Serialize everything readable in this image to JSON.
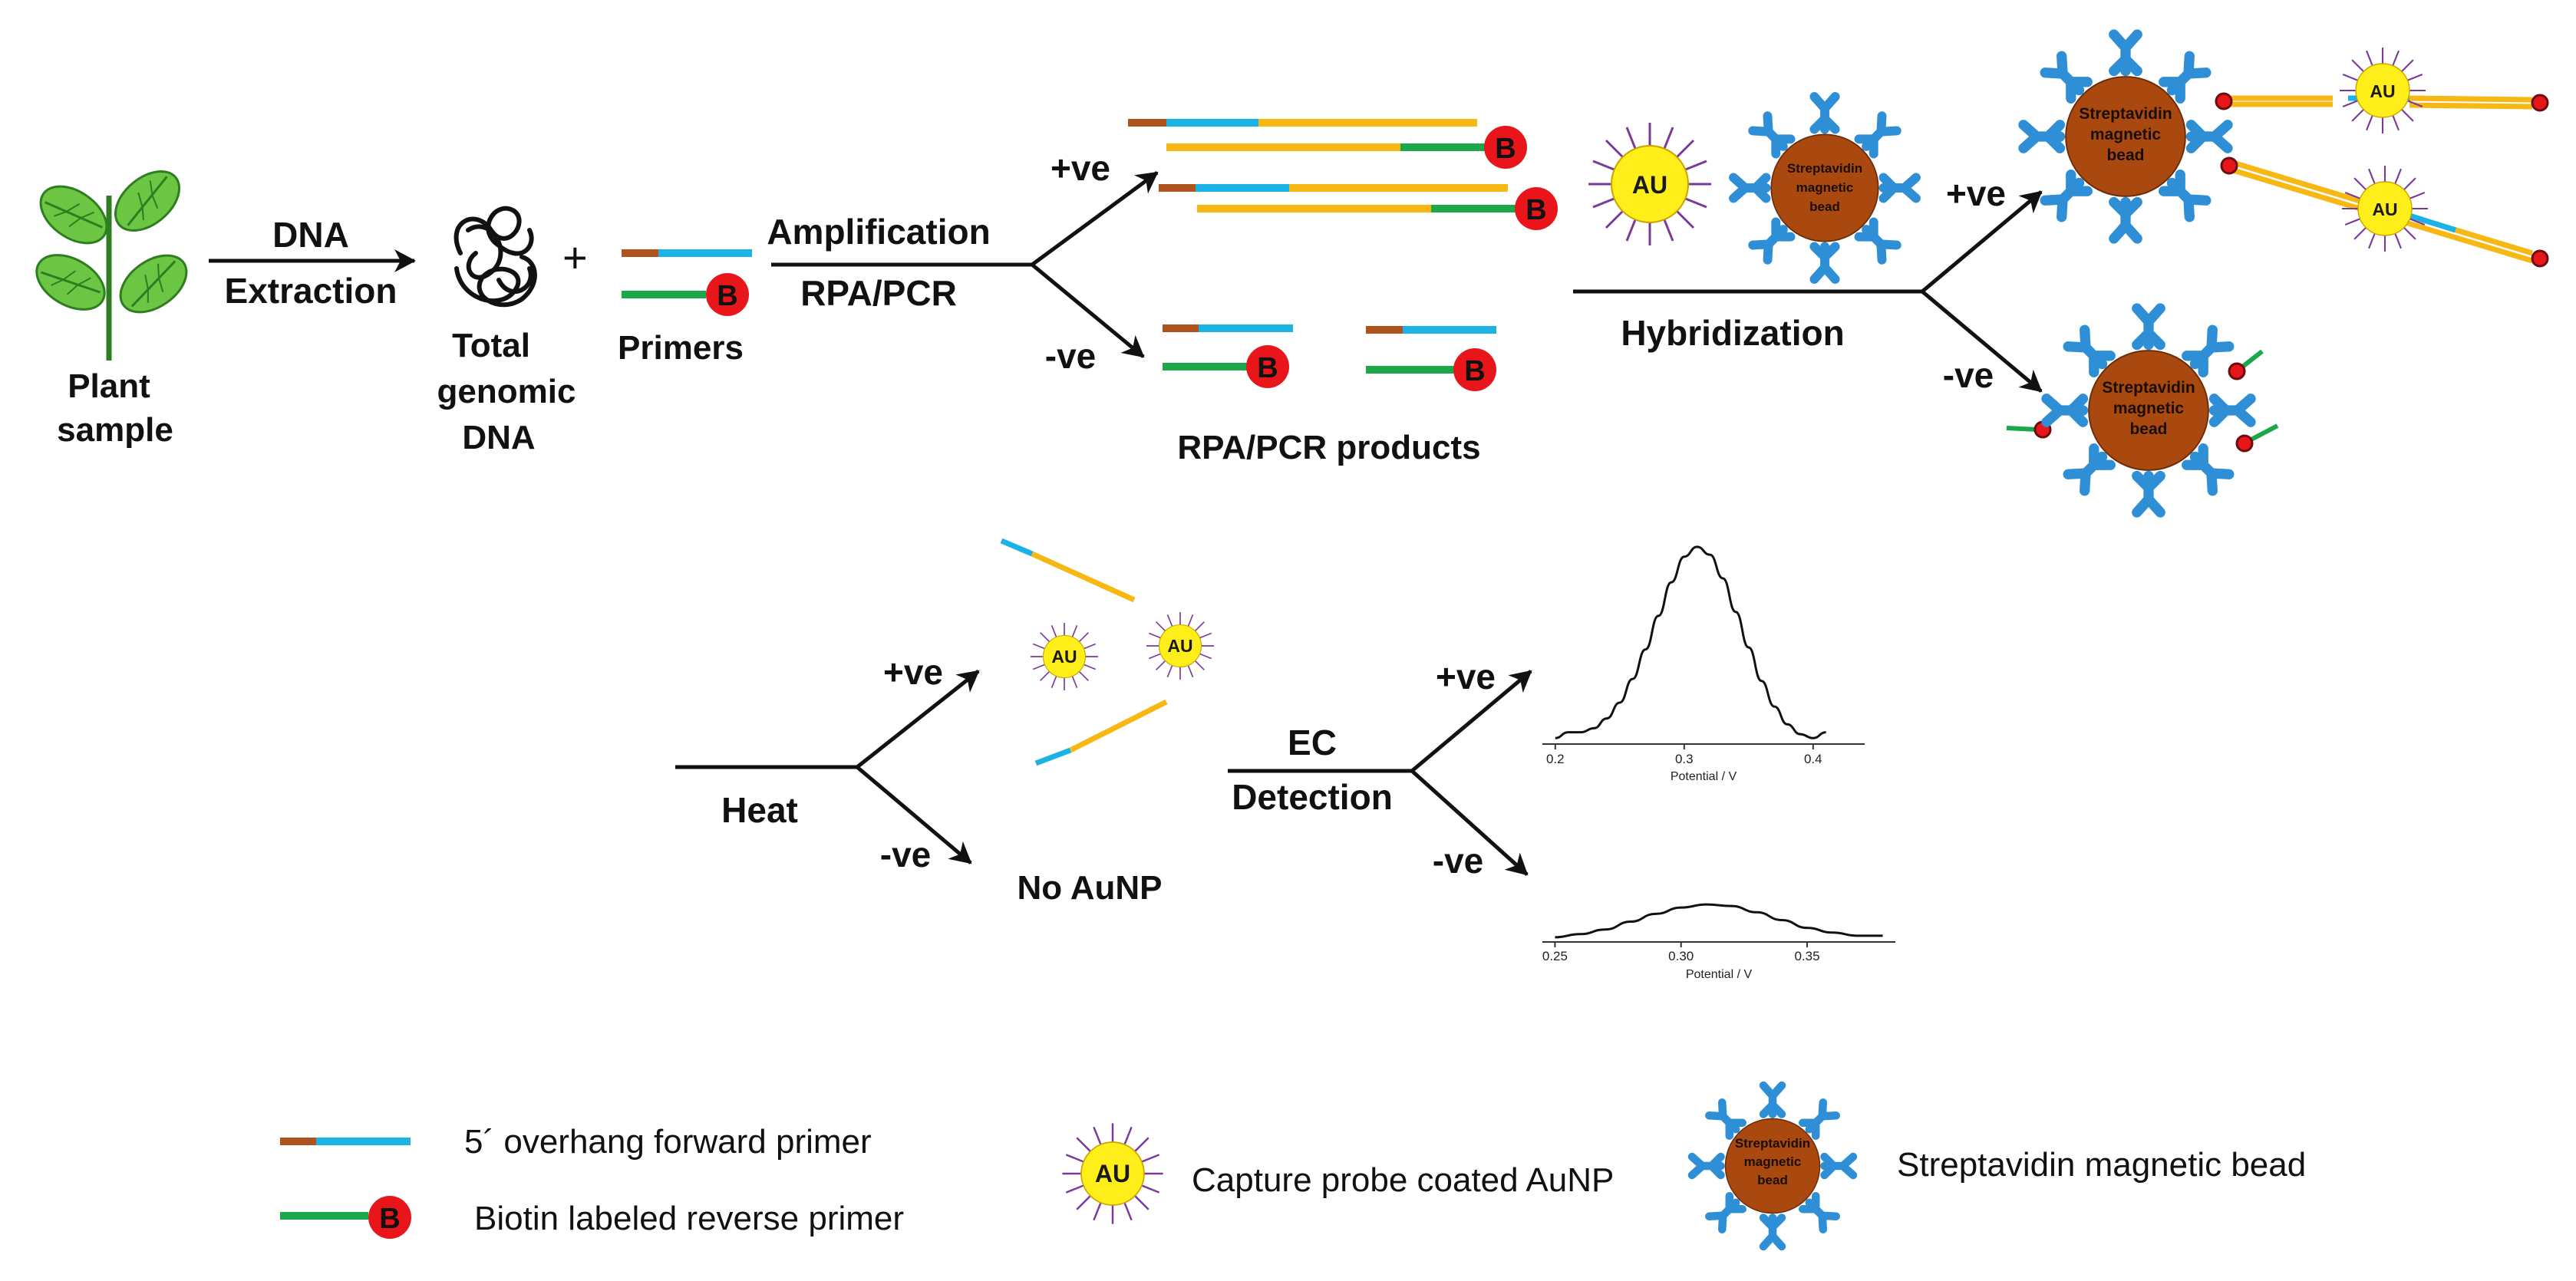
{
  "colors": {
    "overhang": "#b0521c",
    "forward": "#1bb2e6",
    "reverse": "#1aa84a",
    "product": "#f7b814",
    "biotin": "#e8161b",
    "gold": "#ffee1a",
    "bead": "#a9490f",
    "streptavidin": "#2f8fd6",
    "ligand": "#7a3a9a",
    "leaf": "#6cc644"
  },
  "labels": {
    "dna_extraction_1": "DNA",
    "dna_extraction_2": "Extraction",
    "plant_1": "Plant",
    "plant_2": "sample",
    "genomic_1": "Total",
    "genomic_2": "genomic",
    "genomic_3": "DNA",
    "plus": "+",
    "primers": "Primers",
    "amplification": "Amplification",
    "rpa_pcr": "RPA/PCR",
    "pos": "+ve",
    "neg": "-ve",
    "rpa_products": "RPA/PCR products",
    "hybridization": "Hybridization",
    "heat": "Heat",
    "no_aunp": "No AuNP",
    "ec_1": "EC",
    "ec_2": "Detection",
    "au": "AU",
    "biotin": "B",
    "bead_1": "Streptavidin",
    "bead_2": "magnetic",
    "bead_3": "bead"
  },
  "icons": [
    "plant-icon",
    "tangled-dna-icon",
    "gold-nanoparticle-icon",
    "streptavidin-bead-icon",
    "biotin-icon"
  ],
  "chart_data": [
    {
      "type": "line",
      "xlabel": "Potential / V",
      "x_ticks": [
        "0.2",
        "0.3",
        "0.4"
      ],
      "xlim": [
        0.19,
        0.44
      ],
      "ylim": [
        0,
        1.05
      ],
      "series": [
        {
          "x": [
            0.2,
            0.21,
            0.22,
            0.23,
            0.24,
            0.25,
            0.26,
            0.27,
            0.28,
            0.29,
            0.3,
            0.31,
            0.32,
            0.33,
            0.34,
            0.35,
            0.36,
            0.37,
            0.38,
            0.39,
            0.4,
            0.41
          ],
          "y": [
            0.03,
            0.06,
            0.06,
            0.08,
            0.13,
            0.21,
            0.33,
            0.48,
            0.65,
            0.82,
            0.95,
            1.0,
            0.96,
            0.84,
            0.67,
            0.49,
            0.32,
            0.19,
            0.1,
            0.05,
            0.03,
            0.06
          ]
        }
      ]
    },
    {
      "type": "line",
      "xlabel": "Potential / V",
      "x_ticks": [
        "0.25",
        "0.30",
        "0.35"
      ],
      "xlim": [
        0.245,
        0.385
      ],
      "ylim": [
        0,
        1.05
      ],
      "series": [
        {
          "x": [
            0.25,
            0.26,
            0.27,
            0.28,
            0.29,
            0.3,
            0.31,
            0.32,
            0.33,
            0.34,
            0.35,
            0.36,
            0.37,
            0.38
          ],
          "y": [
            0.03,
            0.05,
            0.08,
            0.13,
            0.18,
            0.22,
            0.24,
            0.23,
            0.19,
            0.14,
            0.09,
            0.06,
            0.04,
            0.04
          ]
        }
      ]
    }
  ],
  "legend": {
    "forward_primer": "5´ overhang forward primer",
    "reverse_primer": "Biotin labeled reverse primer",
    "aunp": "Capture probe coated AuNP",
    "bead": "Streptavidin magnetic bead"
  }
}
